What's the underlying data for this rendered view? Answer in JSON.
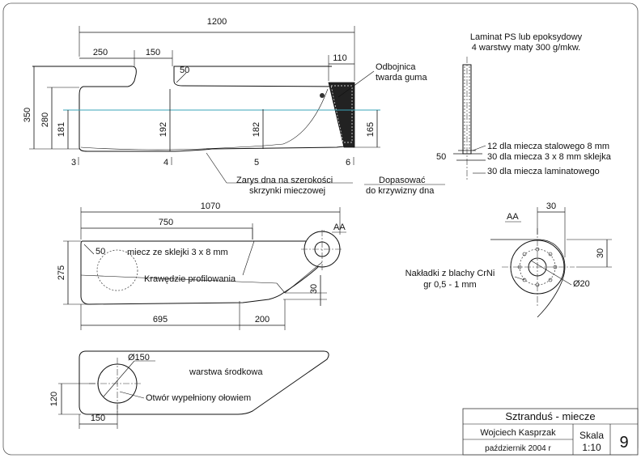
{
  "title_block": {
    "title": "Sztranduś - miecze",
    "author": "Wojciech Kasprzak",
    "date": "październik 2004 r",
    "scale_label": "Skala",
    "scale_value": "1:10",
    "sheet_number": "9"
  },
  "rudder_view": {
    "dims": {
      "overall_length": "1200",
      "d250": "250",
      "d150": "150",
      "r50": "50",
      "d110": "110",
      "h350": "350",
      "h280": "280",
      "h181": "181",
      "h192": "192",
      "h182": "182",
      "h165": "165"
    },
    "stations": [
      "3",
      "4",
      "5",
      "6"
    ],
    "labels": {
      "fender_line1": "Odbojnica",
      "fender_line2": "twarda guma",
      "hull_line1": "Zarys dna na szerokości",
      "hull_line2": "skrzynki mieczowej",
      "fit_line1": "Dopasować",
      "fit_line2": "do krzywizny dna"
    }
  },
  "section_view": {
    "laminate_line1": "Laminat PS lub epoksydowy",
    "laminate_line2": "4 warstwy  maty 300 g/mkw.",
    "note1": "12 dla miecza stalowego 8 mm",
    "note2": "30 dla miecza 3 x 8 mm sklejka",
    "note3": "30 dla miecza laminatowego",
    "d50": "50"
  },
  "board_view": {
    "dims": {
      "d1070": "1070",
      "d750": "750",
      "h275": "275",
      "r50": "50",
      "d30": "30",
      "d695": "695",
      "d200": "200"
    },
    "section_mark": "AA",
    "label_plywood": "miecz ze sklejki 3 x 8 mm",
    "label_edges": "Krawędzie profilowania"
  },
  "detail_aa": {
    "mark": "AA",
    "d30_top": "30",
    "d30_side": "30",
    "dia20": "Ø20",
    "plates_line1": "Nakładki z blachy CrNi",
    "plates_line2": "gr 0,5 - 1 mm"
  },
  "middle_layer": {
    "dia150": "Ø150",
    "label_layer": "warstwa środkowa",
    "label_hole": "Otwór wypełniony ołowiem",
    "h120": "120",
    "d150": "150"
  }
}
